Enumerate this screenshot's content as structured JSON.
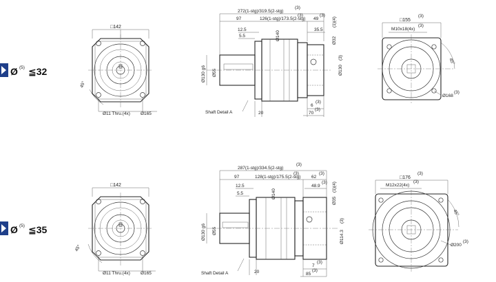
{
  "rows": [
    {
      "label_prefix": "Ø",
      "label_sup": "(5)",
      "label_suffix": "≦32",
      "front": {
        "square": "□142",
        "thru": "Ø11 Thru.(4x)",
        "pcd": "Ø165",
        "angle": "45°"
      },
      "side": {
        "total": "272(1-stg)/319.5(2-stg)",
        "total_sup": "(3)",
        "d97": "97",
        "d126": "126(1-stg)/173.5(2-stg)",
        "d126_sup": "(3)",
        "d49": "49",
        "d49_sup": "(3)",
        "d12_5": "12.5",
        "d5_5": "5.5",
        "d35_5": "35.5",
        "d140": "Ø140",
        "d130g6": "Ø130 g6",
        "d55": "Ø55",
        "d32": "Ø32",
        "d32_sup": "(1)(4)",
        "d130": "Ø130",
        "d130_sup": "(3)",
        "d20": "20",
        "d6": "6",
        "d6_sup": "(3)",
        "d70": "70",
        "d70_sup": "(3)",
        "shaft_detail": "Shaft Detail  A"
      },
      "rear": {
        "square": "□155",
        "square_sup": "(3)",
        "thread": "M10x18(4x)",
        "thread_sup": "(3)",
        "angle": "45°",
        "pcd": "Ø168",
        "pcd_sup": "(3)"
      }
    },
    {
      "label_prefix": "Ø",
      "label_sup": "(5)",
      "label_suffix": "≦35",
      "front": {
        "square": "□142",
        "thru": "Ø11 Thru.(4x)",
        "pcd": "Ø165",
        "angle": "45°"
      },
      "side": {
        "total": "287(1-stg)/334.5(2-stg)",
        "total_sup": "(3)",
        "d97": "97",
        "d128": "128(1-stg)/175.5(2-stg)",
        "d128_sup": "(3)",
        "d62": "62",
        "d62_sup": "(3)",
        "d12_5": "12.5",
        "d5_5": "5.5",
        "d48_9": "48.9",
        "d48_9_sup": "(3)",
        "d140": "Ø140",
        "d130g6": "Ø130 g6",
        "d55": "Ø55",
        "d35": "Ø35",
        "d35_sup": "(1)(4)",
        "d114_3": "Ø114.3",
        "d114_3_sup": "(3)",
        "d20": "20",
        "d7": "7",
        "d7_sup": "(3)",
        "d85": "85",
        "d85_sup": "(3)",
        "shaft_detail": "Shaft Detail  A"
      },
      "rear": {
        "square": "□176",
        "square_sup": "(3)",
        "thread": "M12x22(4x)",
        "thread_sup": "(3)",
        "angle": "45°",
        "pcd": "Ø200",
        "pcd_sup": "(3)"
      }
    }
  ]
}
